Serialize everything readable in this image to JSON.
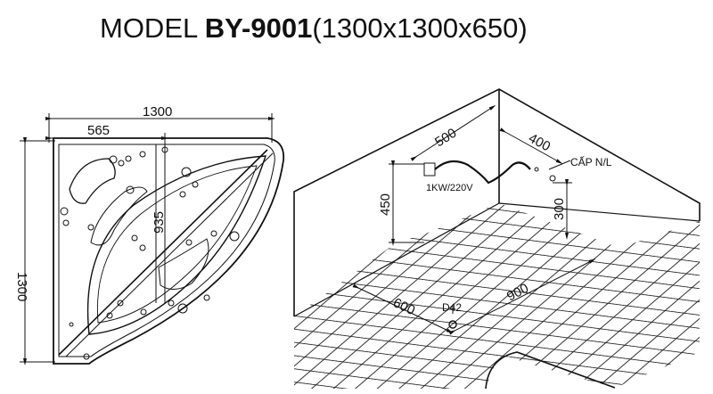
{
  "title": {
    "prefix": "MODEL ",
    "model": "BY-9001",
    "dimensions": "(1300x1300x650)"
  },
  "plan_view": {
    "width_total": "1300",
    "width_part": "565",
    "height_total": "1300",
    "inner_depth": "935"
  },
  "install_view": {
    "dim_500": "500",
    "dim_400": "400",
    "dim_450": "450",
    "dim_300": "300",
    "dim_600": "600",
    "dim_900": "900",
    "power_label": "1KW/220V",
    "water_label": "CẤP N/L",
    "drain_label": "D42"
  }
}
